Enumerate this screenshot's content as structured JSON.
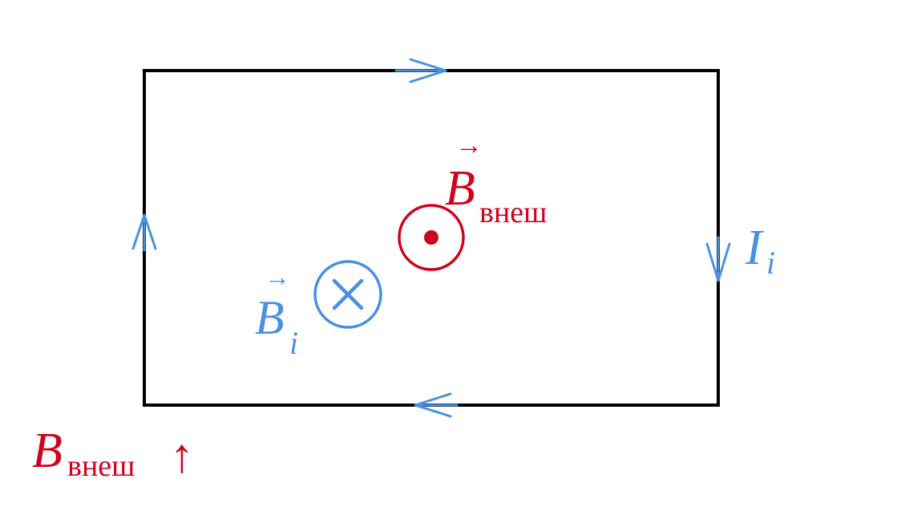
{
  "colors": {
    "loop": "#000000",
    "induced": "#4a90e2",
    "external": "#d0021b",
    "background": "#ffffff"
  },
  "labels": {
    "B_ext_vector": {
      "symbol": "B",
      "subscript": "внеш",
      "vector_arrow": "→"
    },
    "B_i_vector": {
      "symbol": "B",
      "subscript": "i",
      "vector_arrow": "→"
    },
    "current": {
      "symbol": "I",
      "subscript": "i"
    },
    "condition": {
      "symbol": "B",
      "subscript": "внеш",
      "trend_arrow": "↑"
    }
  },
  "icons": {
    "external_field": "out-of-page-dot-icon",
    "induced_field": "into-page-cross-icon",
    "current_direction": "chevron-arrow-icon"
  },
  "current_direction": "clockwise"
}
